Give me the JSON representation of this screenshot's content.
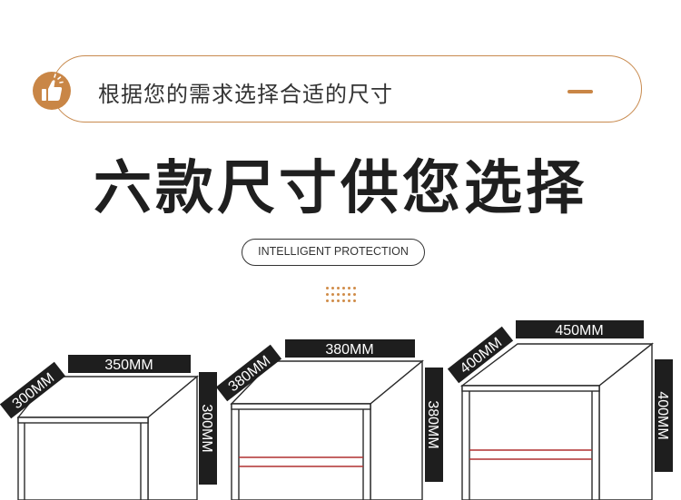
{
  "banner": {
    "text": "根据您的需求选择合适的尺寸",
    "icon": "thumbs-up-icon"
  },
  "headline": "六款尺寸供您选择",
  "subtitle": "INTELLIGENT PROTECTION",
  "colors": {
    "accent": "#c98646",
    "dark": "#1e1e1e",
    "shelf": "#b03030"
  },
  "cabinets": [
    {
      "width": "350MM",
      "depth": "300MM",
      "height": "300MM"
    },
    {
      "width": "380MM",
      "depth": "380MM",
      "height": "380MM"
    },
    {
      "width": "450MM",
      "depth": "400MM",
      "height": "400MM"
    }
  ]
}
